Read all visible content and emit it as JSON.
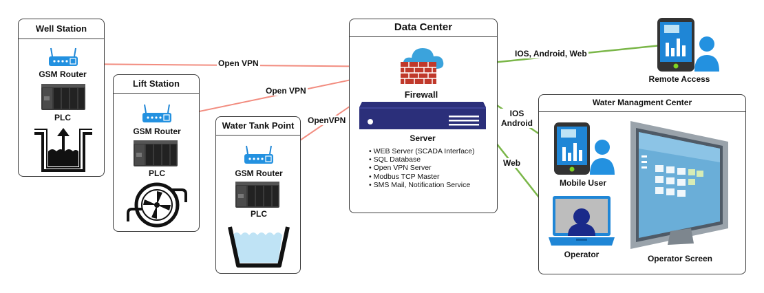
{
  "stations": {
    "well": {
      "title": "Well Station",
      "router": "GSM Router",
      "plc": "PLC"
    },
    "lift": {
      "title": "Lift Station",
      "router": "GSM Router",
      "plc": "PLC"
    },
    "tank": {
      "title": "Water Tank Point",
      "router": "GSM Router",
      "plc": "PLC"
    }
  },
  "data_center": {
    "title": "Data Center",
    "firewall": "Firewall",
    "server": "Server",
    "features": [
      "WEB Server (SCADA Interface)",
      "SQL Database",
      "Open VPN Server",
      "Modbus TCP Master",
      "SMS Mail, Notification Service"
    ]
  },
  "connections": {
    "well_vpn": "Open VPN",
    "lift_vpn": "Open VPN",
    "tank_vpn": "OpenVPN",
    "remote": "IOS, Android, Web",
    "mobile_line1": "IOS",
    "mobile_line2": "Android",
    "operator": "Web"
  },
  "remote_access": {
    "label": "Remote Access"
  },
  "management": {
    "title": "Water Managment Center",
    "mobile_user": "Mobile User",
    "operator": "Operator",
    "operator_screen": "Operator Screen"
  },
  "colors": {
    "vpn_line": "#f28c7f",
    "client_line": "#7ab648",
    "device_blue": "#1f86d6",
    "server_navy": "#2b2f7a"
  }
}
